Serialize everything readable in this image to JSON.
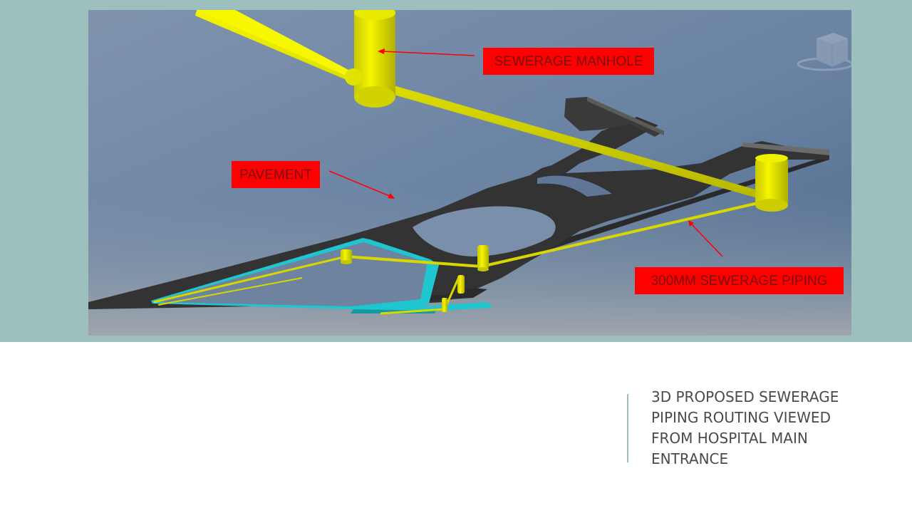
{
  "slide": {
    "labels": {
      "manhole": "SEWERAGE MANHOLE",
      "pavement": "PAVEMENT",
      "piping": "300MM SEWERAGE PIPING"
    },
    "caption": "3D PROPOSED SEWERAGE PIPING ROUTING VIEWED FROM HOSPITAL MAIN ENTRANCE"
  },
  "colors": {
    "band": "#9dbfbd",
    "label_bg": "#ff0000",
    "label_text": "#7a1010",
    "pipe": "#e6e600",
    "pavement": "#333333",
    "curb": "#1fc6cf",
    "arrow": "#ff0000"
  },
  "icons": [
    "viewcube-icon"
  ]
}
